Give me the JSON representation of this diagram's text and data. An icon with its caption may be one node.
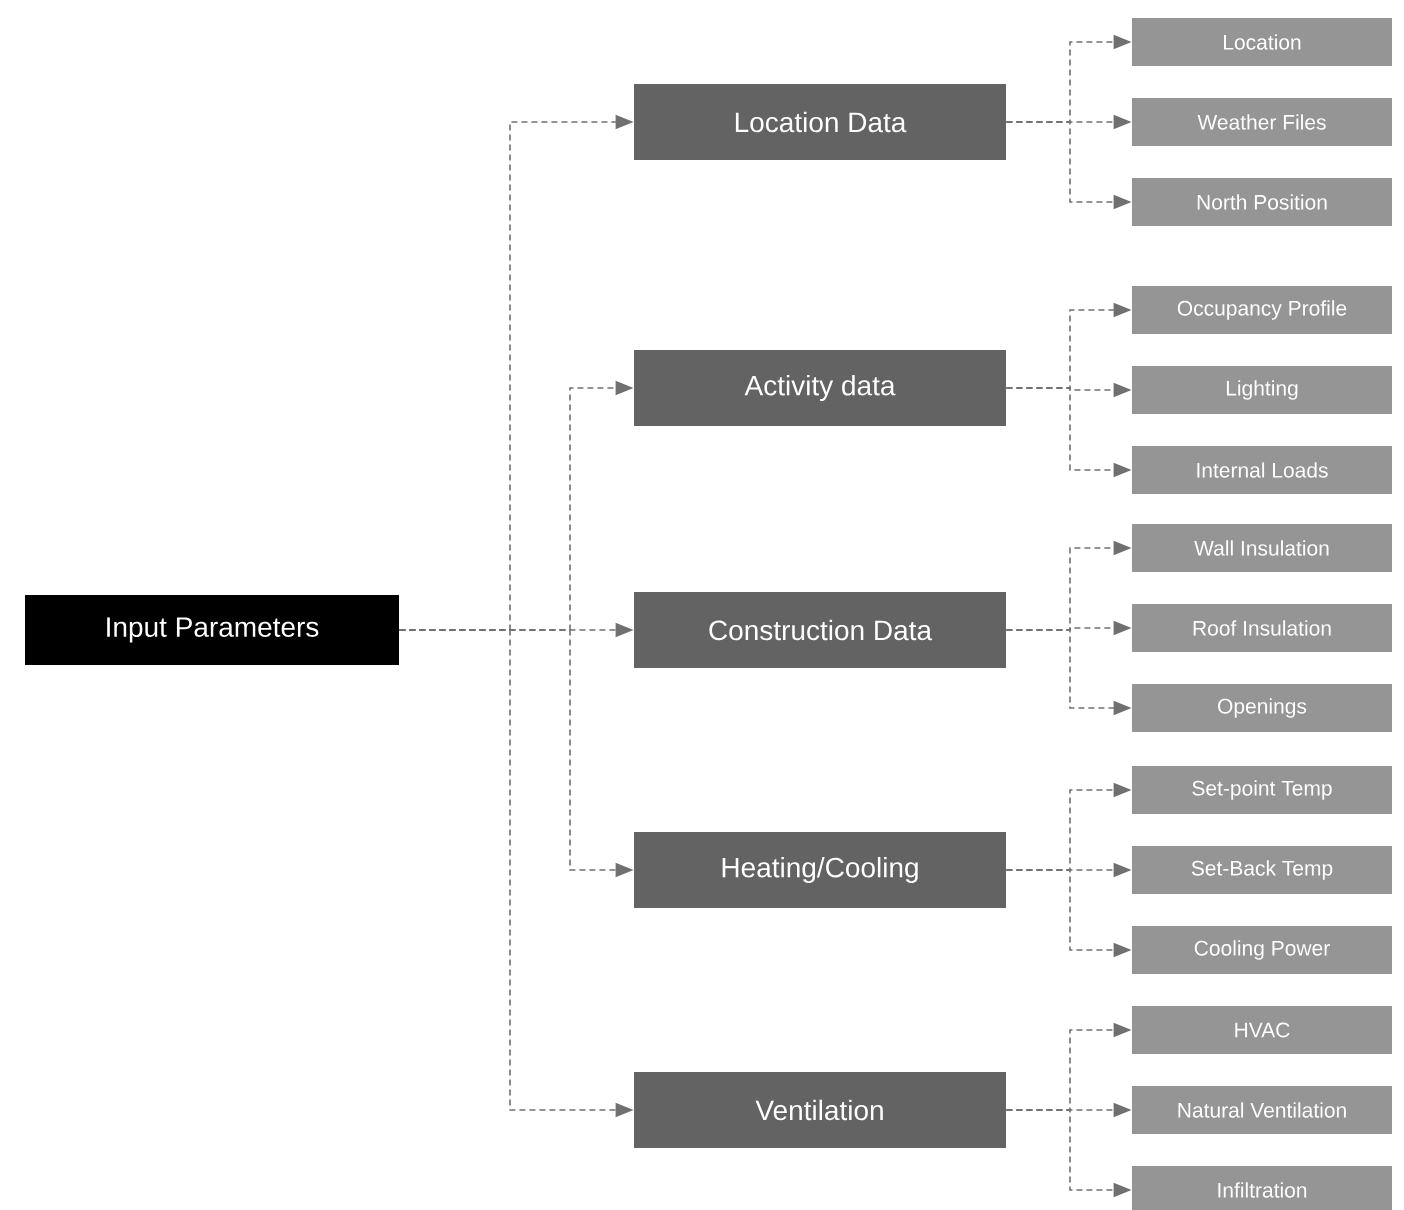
{
  "diagram": {
    "nodes": [
      {
        "text": [
          "Input Parameters"
        ]
      },
      {
        "text": [
          "Location Data"
        ]
      },
      {
        "text": [
          "Location"
        ]
      },
      {
        "text": [
          "Weather Files"
        ]
      },
      {
        "text": [
          "North Position"
        ]
      },
      {
        "text": [
          "Activity data"
        ]
      },
      {
        "text": [
          "Occupancy Profile"
        ]
      },
      {
        "text": [
          "Lighting"
        ]
      },
      {
        "text": [
          "Internal Loads"
        ]
      },
      {
        "text": [
          "Construction Data"
        ]
      },
      {
        "text": [
          "Wall Insulation"
        ]
      },
      {
        "text": [
          "Roof Insulation"
        ]
      },
      {
        "text": [
          "Openings"
        ]
      },
      {
        "text": [
          "Heating/Cooling"
        ]
      },
      {
        "text": [
          "Set-point Temp"
        ]
      },
      {
        "text": [
          "Set-Back Temp"
        ]
      },
      {
        "text": [
          "Cooling Power"
        ]
      },
      {
        "text": [
          "Ventilation"
        ]
      },
      {
        "text": [
          "HVAC"
        ]
      },
      {
        "text": [
          "Natural Ventilation"
        ]
      },
      {
        "text": [
          "Infiltration"
        ]
      }
    ],
    "edges": [
      {
        "from": 0,
        "to": 1,
        "arrow": "to",
        "style": "dashed"
      },
      {
        "from": 0,
        "to": 5,
        "arrow": "to",
        "style": "dashed"
      },
      {
        "from": 0,
        "to": 9,
        "arrow": "to",
        "style": "dashed"
      },
      {
        "from": 0,
        "to": 13,
        "arrow": "to",
        "style": "dashed"
      },
      {
        "from": 0,
        "to": 17,
        "arrow": "to",
        "style": "dashed"
      },
      {
        "from": 1,
        "to": 2,
        "arrow": "to",
        "style": "dashed"
      },
      {
        "from": 1,
        "to": 3,
        "arrow": "to",
        "style": "dashed"
      },
      {
        "from": 1,
        "to": 4,
        "arrow": "to",
        "style": "dashed"
      },
      {
        "from": 5,
        "to": 6,
        "arrow": "to",
        "style": "dashed"
      },
      {
        "from": 5,
        "to": 7,
        "arrow": "to",
        "style": "dashed"
      },
      {
        "from": 5,
        "to": 8,
        "arrow": "to",
        "style": "dashed"
      },
      {
        "from": 9,
        "to": 10,
        "arrow": "to",
        "style": "dashed"
      },
      {
        "from": 9,
        "to": 11,
        "arrow": "to",
        "style": "dashed"
      },
      {
        "from": 9,
        "to": 12,
        "arrow": "to",
        "style": "dashed"
      },
      {
        "from": 13,
        "to": 14,
        "arrow": "to",
        "style": "dashed"
      },
      {
        "from": 13,
        "to": 15,
        "arrow": "to",
        "style": "dashed"
      },
      {
        "from": 13,
        "to": 16,
        "arrow": "to",
        "style": "dashed"
      },
      {
        "from": 17,
        "to": 18,
        "arrow": "to",
        "style": "dashed"
      },
      {
        "from": 17,
        "to": 19,
        "arrow": "to",
        "style": "dashed"
      },
      {
        "from": 17,
        "to": 20,
        "arrow": "to",
        "style": "dashed"
      }
    ]
  }
}
